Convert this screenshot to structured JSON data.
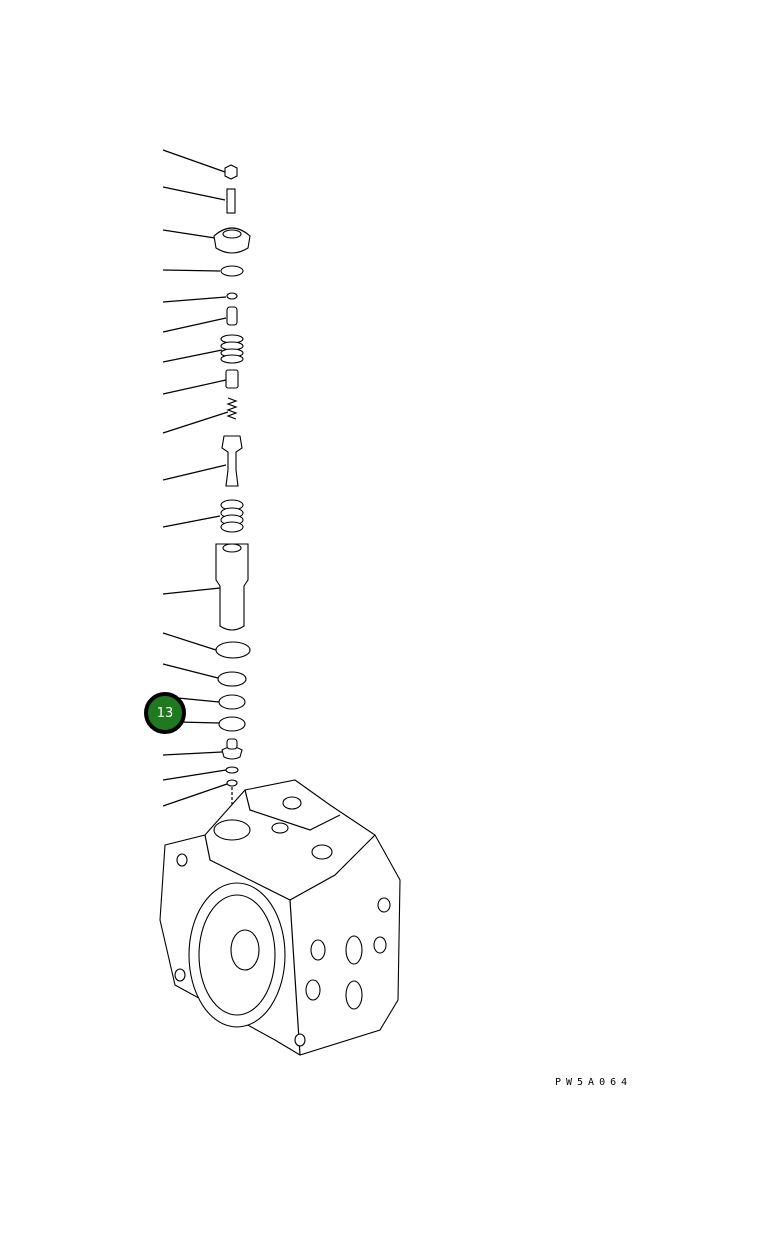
{
  "diagram": {
    "drawing_code": "PW5A064",
    "callouts": [
      {
        "number": "13",
        "color": "#1f7a1f"
      }
    ],
    "leader_count": 19
  }
}
